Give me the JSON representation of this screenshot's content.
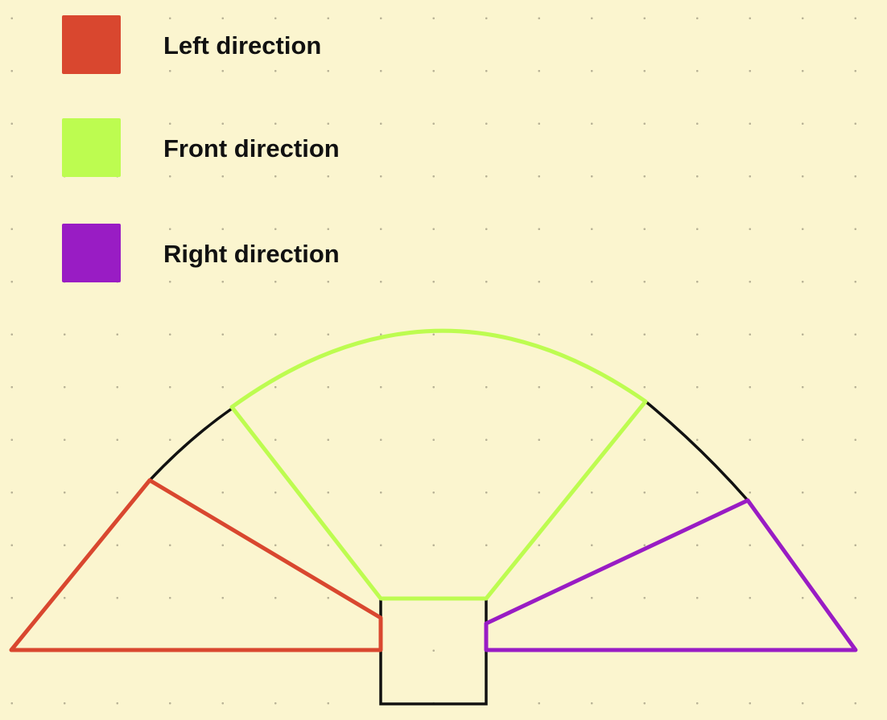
{
  "legend": [
    {
      "label": "Left direction",
      "color": "#d9472f"
    },
    {
      "label": "Front direction",
      "color": "#bdfc50"
    },
    {
      "label": "Right direction",
      "color": "#991cc4"
    }
  ],
  "colors": {
    "background": "#fbf5cf",
    "outline": "#111111",
    "left": "#d9472f",
    "front": "#bdfc50",
    "right": "#991cc4"
  }
}
